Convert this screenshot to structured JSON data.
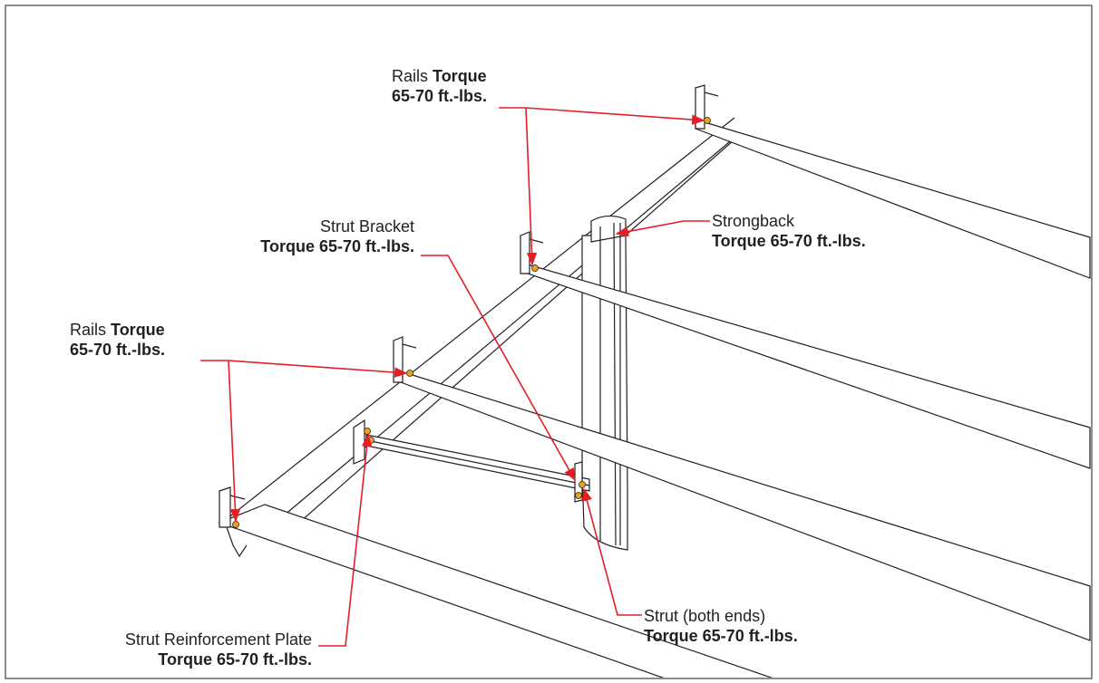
{
  "labels": {
    "rails_top": {
      "name": "Rails",
      "torque": "Torque",
      "value": "65-70 ft.-lbs."
    },
    "strongback": {
      "name": "Strongback",
      "torque": "Torque 65-70 ft.-lbs."
    },
    "strut_bracket": {
      "name": "Strut Bracket",
      "torque": "Torque 65-70 ft.-lbs."
    },
    "rails_left": {
      "name": "Rails",
      "torque": "Torque",
      "value": "65-70 ft.-lbs."
    },
    "strut_both_ends": {
      "name": "Strut (both ends)",
      "torque": "Torque 65-70 ft.-lbs."
    },
    "strut_reinforcement_plate": {
      "name": "Strut Reinforcement Plate",
      "torque": "Torque 65-70 ft.-lbs."
    }
  },
  "colors": {
    "leader": "#e41e26",
    "line": "#231f20",
    "bolt": "#e8a317",
    "frame": "#8c8c8c"
  }
}
